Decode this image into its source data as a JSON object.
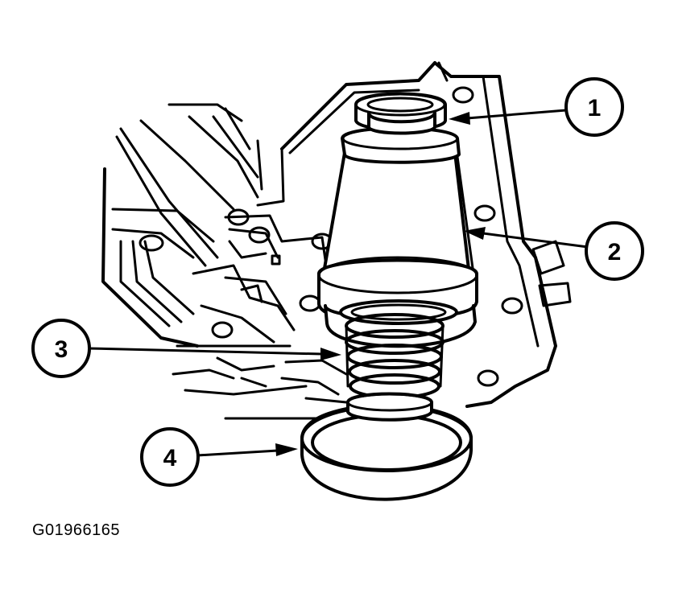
{
  "figure_id": "G01966165",
  "callouts": [
    {
      "number": "1"
    },
    {
      "number": "2"
    },
    {
      "number": "3"
    },
    {
      "number": "4"
    }
  ],
  "colors": {
    "ink": "#000000",
    "paper": "#ffffff"
  }
}
